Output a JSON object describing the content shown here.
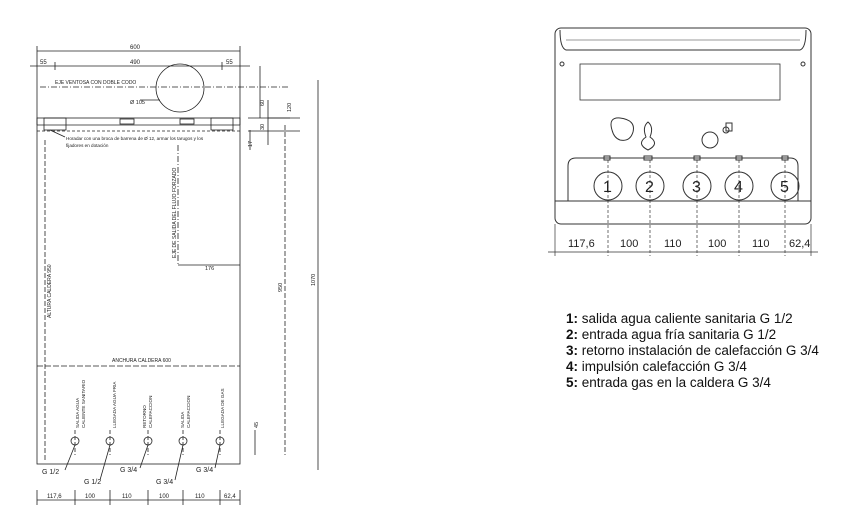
{
  "left_drawing": {
    "dim_width_total": "600",
    "dim_left_offset": "55",
    "dim_mid": "490",
    "dim_right_offset": "55",
    "label_flue_axis": "EJE VENTOSA CON DOBLE CODO",
    "flue_diameter": "Ø 105",
    "dim_120": "120",
    "dim_60": "60",
    "dim_30": "30",
    "dim_17": "17",
    "drill_note_line1": "Horadar con una broca de barrena de Ø 12, armar los tarugos y los",
    "drill_note_line2": "fijadores en dotación",
    "label_flue_outlet_axis": "EJE DE SALIDA DEL FLUJO FORZADO",
    "dim_176": "176",
    "dim_950": "950",
    "dim_1070": "1070",
    "label_boiler_height": "ALTURA CALDERA 950",
    "label_boiler_width": "ANCHURA CALDERA 600",
    "conn_labels": [
      [
        "SALIDA AGUA",
        "CALIENTE SANITARIO"
      ],
      [
        "LLEGADA AGUA FRIA"
      ],
      [
        "RETORNO",
        "CALEFACCION"
      ],
      [
        "SALIDA",
        "CALEFACCION"
      ],
      [
        "LLEGADA DE GAS"
      ]
    ],
    "dim_45": "45",
    "thread_labels": [
      "G 1/2",
      "G 1/2",
      "G 3/4",
      "G 3/4",
      "G 3/4"
    ],
    "bottom_dims": [
      "117,6",
      "100",
      "110",
      "100",
      "110",
      "62,4"
    ]
  },
  "right_drawing": {
    "circle_numbers": [
      "1",
      "2",
      "3",
      "4",
      "5"
    ],
    "bottom_dims": [
      "117,6",
      "100",
      "110",
      "100",
      "110",
      "62,4"
    ]
  },
  "legend": [
    {
      "num": "1:",
      "text": " salida agua caliente sanitaria G 1/2"
    },
    {
      "num": "2:",
      "text": " entrada agua fría sanitaria G 1/2"
    },
    {
      "num": "3:",
      "text": " retorno instalación de calefacción G 3/4"
    },
    {
      "num": "4:",
      "text": " impulsión calefacción G 3/4"
    },
    {
      "num": "5:",
      "text": " entrada gas en la caldera G 3/4"
    }
  ]
}
